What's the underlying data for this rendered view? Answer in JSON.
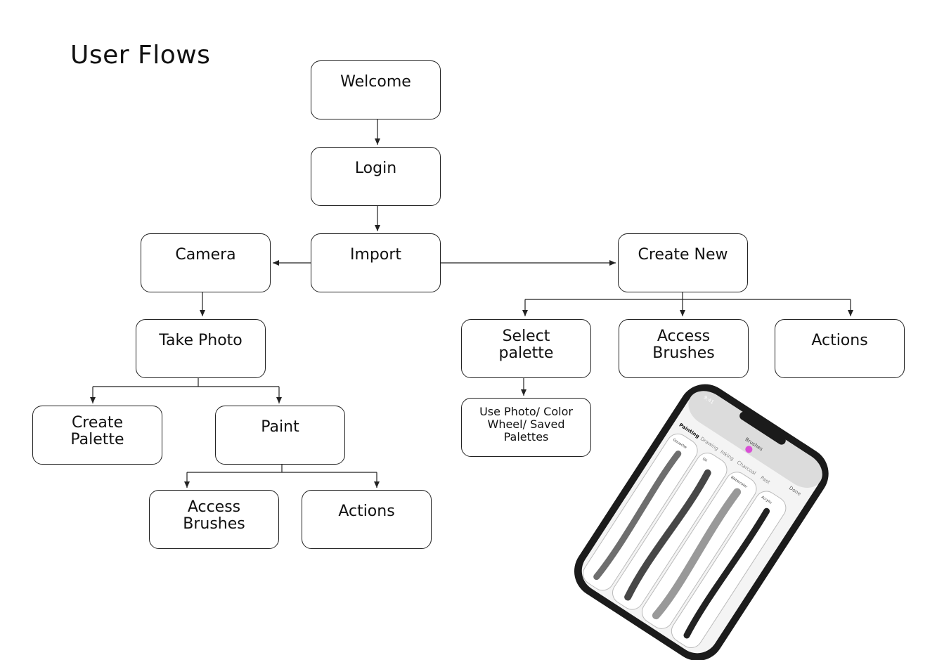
{
  "title": "User Flows",
  "nodes": {
    "welcome": "Welcome",
    "login": "Login",
    "import": "Import",
    "camera": "Camera",
    "create_new": "Create New",
    "take_photo": "Take Photo",
    "create_palette": "Create\nPalette",
    "paint": "Paint",
    "paint_access_brushes": "Access\nBrushes",
    "paint_actions": "Actions",
    "select_palette": "Select\npalette",
    "new_access_brushes": "Access\nBrushes",
    "new_actions": "Actions",
    "use_photo": "Use Photo/ Color\nWheel/ Saved\nPalettes"
  },
  "phone_screen": {
    "time": "9:41",
    "header": "Brushes",
    "done": "Done",
    "tabs": [
      "Painting",
      "Drawing",
      "Inking",
      "Charcoal",
      "Past"
    ],
    "brushes": [
      "Gouache",
      "Oil",
      "Watercolor",
      "Acrylic"
    ]
  },
  "colors": {
    "stroke": "#222222",
    "accent_pink": "#d94fd6",
    "phone_frame": "#1b1b1b"
  }
}
